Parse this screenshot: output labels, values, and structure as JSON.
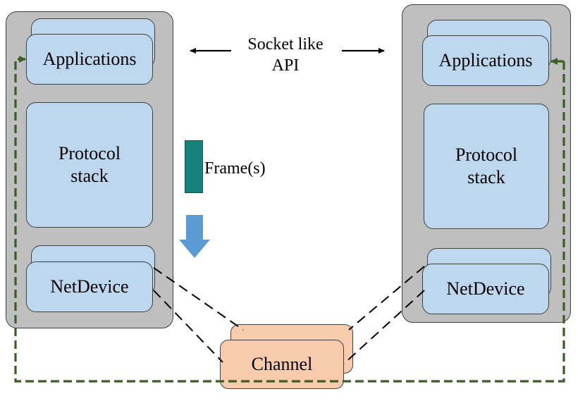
{
  "left_host": {
    "applications": "Applications",
    "protocol_stack": [
      "Protocol",
      "stack"
    ],
    "netdevice": "NetDevice"
  },
  "right_host": {
    "applications": "Applications",
    "protocol_stack": [
      "Protocol",
      "stack"
    ],
    "netdevice": "NetDevice"
  },
  "api_label": [
    "Socket like",
    "API"
  ],
  "frame_label": "Frame(s)",
  "channel_label": "Channel",
  "colors": {
    "host": "#bfbfbf",
    "module": "#bdd7ee",
    "channel": "#f8cbad",
    "frame": "#16807a",
    "down_arrow": "#5b9bd5",
    "path": "#3a5e24"
  }
}
